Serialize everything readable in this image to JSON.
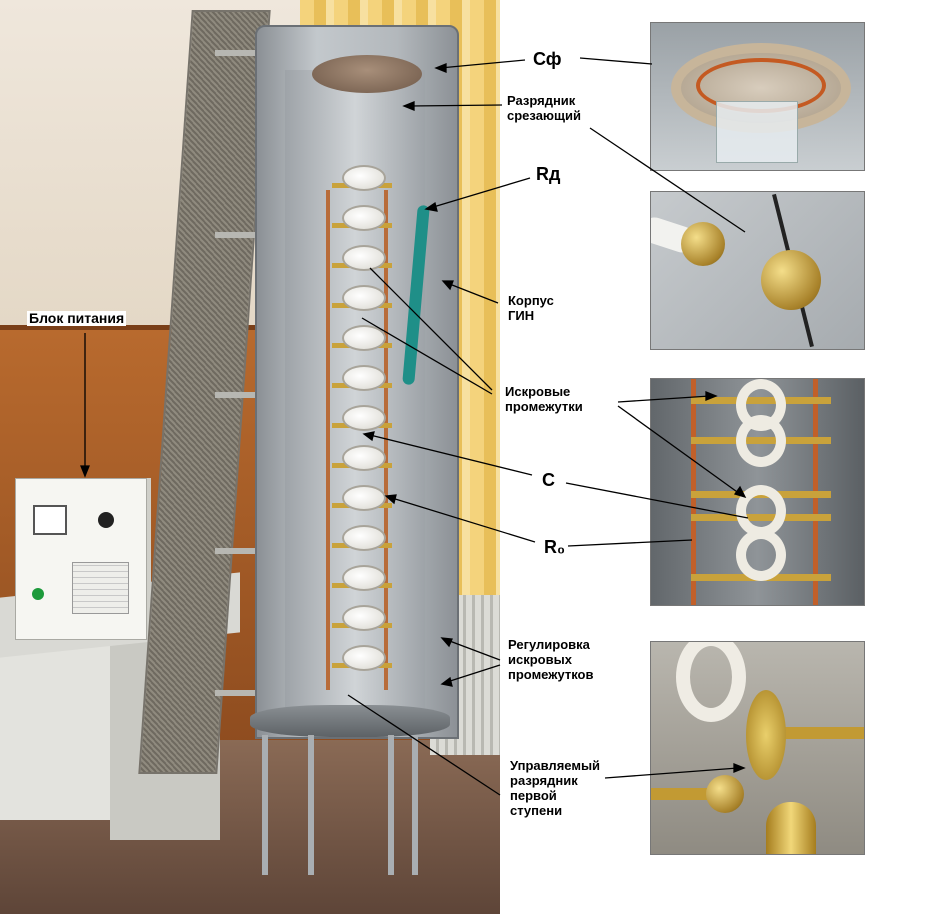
{
  "labels": {
    "cf": "Сф",
    "arrester_line1": "Разрядник",
    "arrester_line2": "срезающий",
    "rd": "Rд",
    "housing_line1": "Корпус",
    "housing_line2": "ГИН",
    "power_unit": "Блок питания",
    "spark_gaps_line1": "Искровые",
    "spark_gaps_line2": "промежутки",
    "c": "С",
    "r0": "R₀",
    "gap_adjust_line1": "Регулировка",
    "gap_adjust_line2": "искровых",
    "gap_adjust_line3": "промежутков",
    "trigger_line1": "Управляемый",
    "trigger_line2": "разрядник",
    "trigger_line3": "первой",
    "trigger_line4": "ступени"
  },
  "colors": {
    "label_text": "#000000",
    "leader_line": "#000000",
    "background": "#ffffff"
  }
}
